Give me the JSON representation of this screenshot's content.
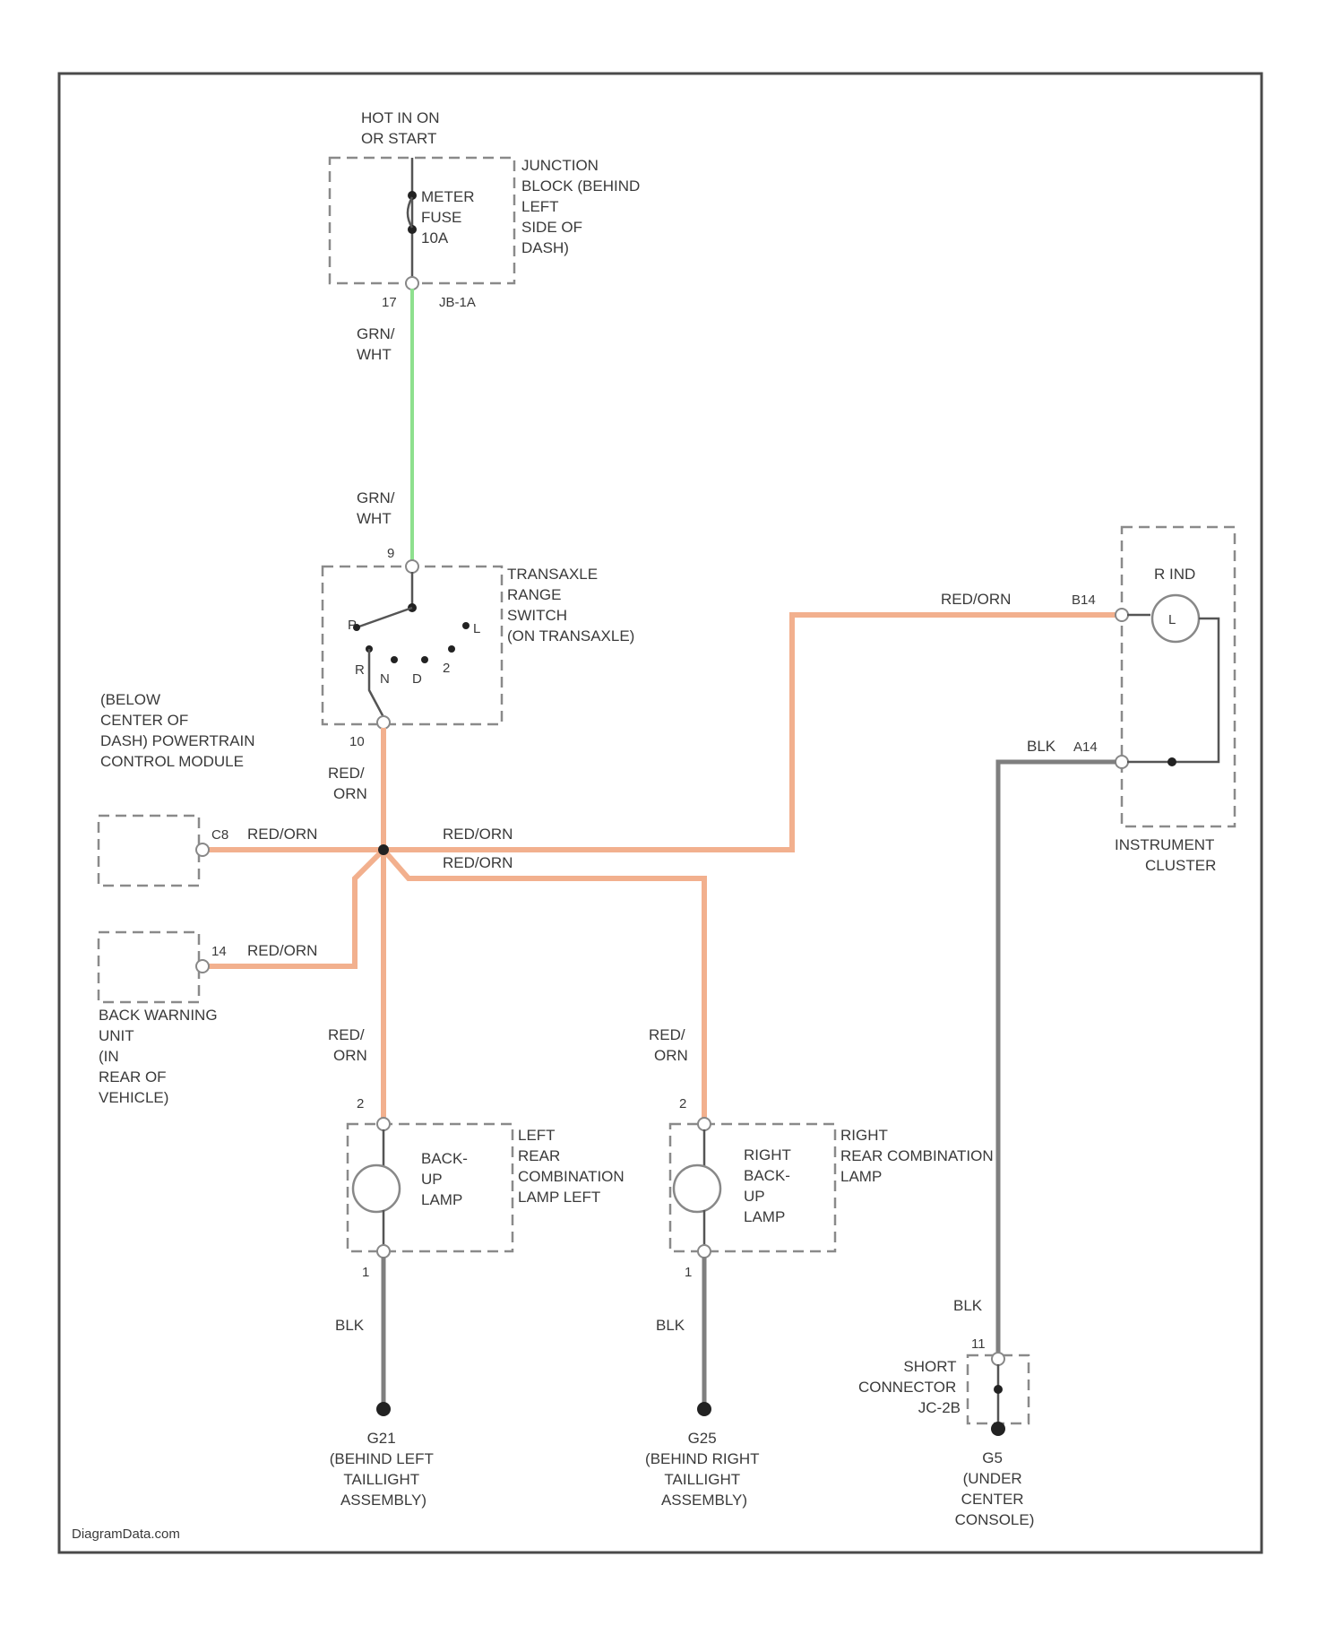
{
  "labels": {
    "power_source": [
      "HOT IN ON",
      "OR START"
    ],
    "fuse": [
      "METER",
      "FUSE",
      "10A"
    ],
    "junction_block": [
      "JUNCTION",
      "BLOCK (BEHIND",
      "LEFT",
      "SIDE OF",
      "DASH)"
    ],
    "jb_pin": "17",
    "jb_conn": "JB-1A",
    "wire_grn_top": [
      "GRN/",
      "WHT"
    ],
    "wire_grn_bottom": [
      "GRN/",
      "WHT"
    ],
    "tr_pin_top": "9",
    "transaxle_switch": [
      "TRANSAXLE",
      "RANGE",
      "SWITCH",
      "(ON TRANSAXLE)"
    ],
    "switch_positions": [
      "P",
      "R",
      "N",
      "D",
      "2",
      "L"
    ],
    "tr_pin_bottom": "10",
    "pcm_label": [
      "(BELOW",
      "CENTER OF",
      "DASH) POWERTRAIN",
      "CONTROL MODULE"
    ],
    "pcm_pin": "C8",
    "warn_pin": "14",
    "back_warning_unit": [
      "BACK WARNING",
      "UNIT",
      "(IN",
      "REAR OF",
      "VEHICLE)"
    ],
    "wire_red_orn": "RED/ORN",
    "wire_red_orn_stack": [
      "RED/",
      "ORN"
    ],
    "cluster_pin_b": "B14",
    "cluster_pin_a": "A14",
    "cluster_lamp": "R IND",
    "wire_blk_cluster": "BLK",
    "instrument_cluster": [
      "INSTRUMENT",
      "CLUSTER"
    ],
    "left_pin_top": "2",
    "left_pin_bottom": "1",
    "left_lamp": [
      "BACK-",
      "UP",
      "LAMP"
    ],
    "left_assembly": [
      "LEFT",
      "REAR",
      "COMBINATION",
      "LAMP LEFT"
    ],
    "right_pin_top": "2",
    "right_pin_bottom": "1",
    "right_lamp": [
      "RIGHT",
      "BACK-",
      "UP",
      "LAMP"
    ],
    "right_assembly": [
      "RIGHT",
      "REAR COMBINATION",
      "LAMP"
    ],
    "wire_blk": "BLK",
    "sc_pin": "11",
    "short_connector": [
      "SHORT",
      "CONNECTOR",
      "JC-2B"
    ],
    "ground_left": [
      "G21",
      "(BEHIND LEFT",
      "TAILLIGHT",
      "ASSEMBLY)"
    ],
    "ground_right": [
      "G25",
      "(BEHIND RIGHT",
      "TAILLIGHT",
      "ASSEMBLY)"
    ],
    "ground_center": [
      "G5",
      "(UNDER",
      "CENTER",
      "CONSOLE)"
    ],
    "watermark": "DiagramData.com"
  }
}
